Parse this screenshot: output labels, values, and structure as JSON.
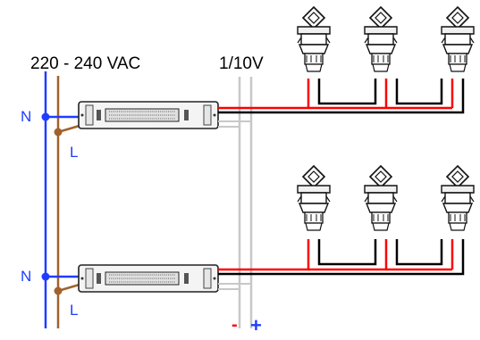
{
  "labels": {
    "mains": "220 - 240 VAC",
    "dimming": "1/10V",
    "neutral": "N",
    "live": "L",
    "minus": "-",
    "plus": "+"
  },
  "colors": {
    "neutral_wire": "#1f3dff",
    "live_wire": "#a0622d",
    "positive_wire": "#ff0000",
    "negative_wire": "#000000",
    "dimming_wire": "#c8c8c8",
    "driver_body": "#f4f4f4",
    "driver_outline": "#222222"
  }
}
